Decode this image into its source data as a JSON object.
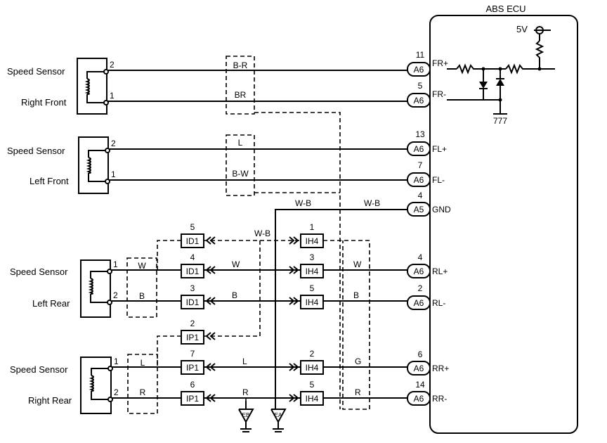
{
  "ecu": {
    "title": "ABS ECU",
    "supply": "5V",
    "ground_symbol": "777",
    "pins": [
      {
        "num": "11",
        "conn": "A6",
        "signal": "FR+"
      },
      {
        "num": "5",
        "conn": "A6",
        "signal": "FR-"
      },
      {
        "num": "13",
        "conn": "A6",
        "signal": "FL+"
      },
      {
        "num": "7",
        "conn": "A6",
        "signal": "FL-"
      },
      {
        "num": "4",
        "conn": "A5",
        "signal": "GND"
      },
      {
        "num": "4",
        "conn": "A6",
        "signal": "RL+"
      },
      {
        "num": "2",
        "conn": "A6",
        "signal": "RL-"
      },
      {
        "num": "6",
        "conn": "A6",
        "signal": "RR+"
      },
      {
        "num": "14",
        "conn": "A6",
        "signal": "RR-"
      }
    ]
  },
  "sensors": [
    {
      "line1": "Speed Sensor",
      "line2": "Right Front",
      "pin_top": "2",
      "pin_bottom": "1"
    },
    {
      "line1": "Speed Sensor",
      "line2": "Left Front",
      "pin_top": "2",
      "pin_bottom": "1"
    },
    {
      "line1": "Speed Sensor",
      "line2": "Left Rear",
      "pin_top": "1",
      "pin_bottom": "2"
    },
    {
      "line1": "Speed Sensor",
      "line2": "Right Rear",
      "pin_top": "1",
      "pin_bottom": "2"
    }
  ],
  "wires": {
    "fr_plus": "B-R",
    "fr_minus": "BR",
    "fl_plus": "L",
    "fl_minus": "B-W",
    "gnd_left": "W-B",
    "gnd_right": "W-B",
    "rl_shield_mid": "W-B",
    "rl_plus_left": "W",
    "rl_plus_mid": "W",
    "rl_plus_right": "W",
    "rl_minus_left": "B",
    "rl_minus_mid": "B",
    "rl_minus_right": "B",
    "rr_plus_left": "L",
    "rr_plus_mid": "L",
    "rr_plus_right": "G",
    "rr_minus_left": "R",
    "rr_minus_mid": "R",
    "rr_minus_right": "R"
  },
  "connectors": {
    "id1_a": {
      "pin": "5",
      "name": "ID1"
    },
    "id1_b": {
      "pin": "4",
      "name": "ID1"
    },
    "id1_c": {
      "pin": "3",
      "name": "ID1"
    },
    "ip1_a": {
      "pin": "2",
      "name": "IP1"
    },
    "ip1_b": {
      "pin": "7",
      "name": "IP1"
    },
    "ip1_c": {
      "pin": "6",
      "name": "IP1"
    },
    "ih4_a": {
      "pin": "1",
      "name": "IH4"
    },
    "ih4_b": {
      "pin": "3",
      "name": "IH4"
    },
    "ih4_c": {
      "pin": "5",
      "name": "IH4"
    },
    "ih4_d": {
      "pin": "2",
      "name": "IH4"
    },
    "ih4_e": {
      "pin": "5",
      "name": "IH4"
    }
  },
  "grounds": {
    "left": "EB",
    "right": "EA"
  }
}
